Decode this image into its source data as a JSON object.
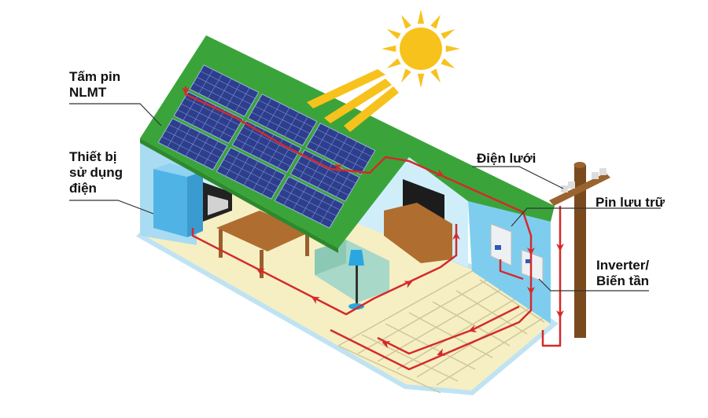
{
  "labels": {
    "solar_panel": "Tấm pin\nNLMT",
    "appliances": "Thiết bị\nsử dụng\nđiện",
    "grid": "Điện lưới",
    "battery": "Pin lưu trữ",
    "inverter": "Inverter/\nBiến tần"
  },
  "colors": {
    "roof": "#3aa43a",
    "panel": "#2d3e8c",
    "wall": "#a9dcf2",
    "floor": "#f6efc4",
    "wire": "#d42a2a",
    "sun": "#f7c21b",
    "pole": "#7a4a1f"
  }
}
